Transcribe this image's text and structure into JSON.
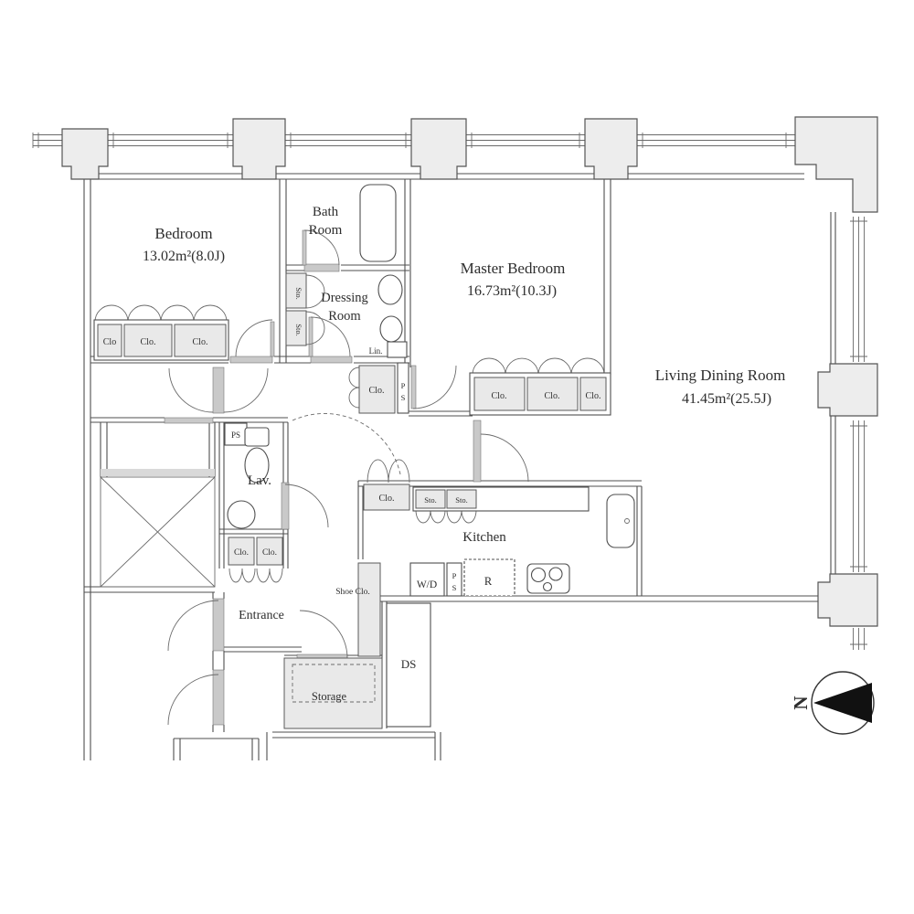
{
  "rooms": {
    "bedroom": {
      "name": "Bedroom",
      "area": "13.02m²(8.0J)"
    },
    "bath_room": {
      "name_line1": "Bath",
      "name_line2": "Room"
    },
    "dressing_room": {
      "name_line1": "Dressing",
      "name_line2": "Room"
    },
    "master_bedroom": {
      "name": "Master Bedroom",
      "area": "16.73m²(10.3J)"
    },
    "living_dining_room": {
      "name": "Living Dining Room",
      "area": "41.45m²(25.5J)"
    },
    "lavatory": {
      "name": "Lav."
    },
    "kitchen": {
      "name": "Kitchen"
    },
    "entrance": {
      "name": "Entrance"
    },
    "storage": {
      "name": "Storage"
    }
  },
  "fixtures": {
    "duct_space": "DS",
    "washer_dryer": "W/D",
    "refrigerator": "R",
    "shoe_closet": "Shoe Clo.",
    "linen": "Lin.",
    "closet": "Clo.",
    "closet_short": "Clo",
    "storage_cabinet": "Sto.",
    "pipe_space": "PS",
    "pipe_space_p": "P",
    "pipe_space_s": "S"
  },
  "compass": {
    "north": "N"
  },
  "colors": {
    "wall": "#4f4f4f",
    "pillar_fill": "#ededed",
    "cabinet_fill": "#e9e9e9",
    "door_band": "#c9c9c9",
    "text": "#2e2e2e",
    "background": "#ffffff",
    "north_needle": "#111111"
  }
}
